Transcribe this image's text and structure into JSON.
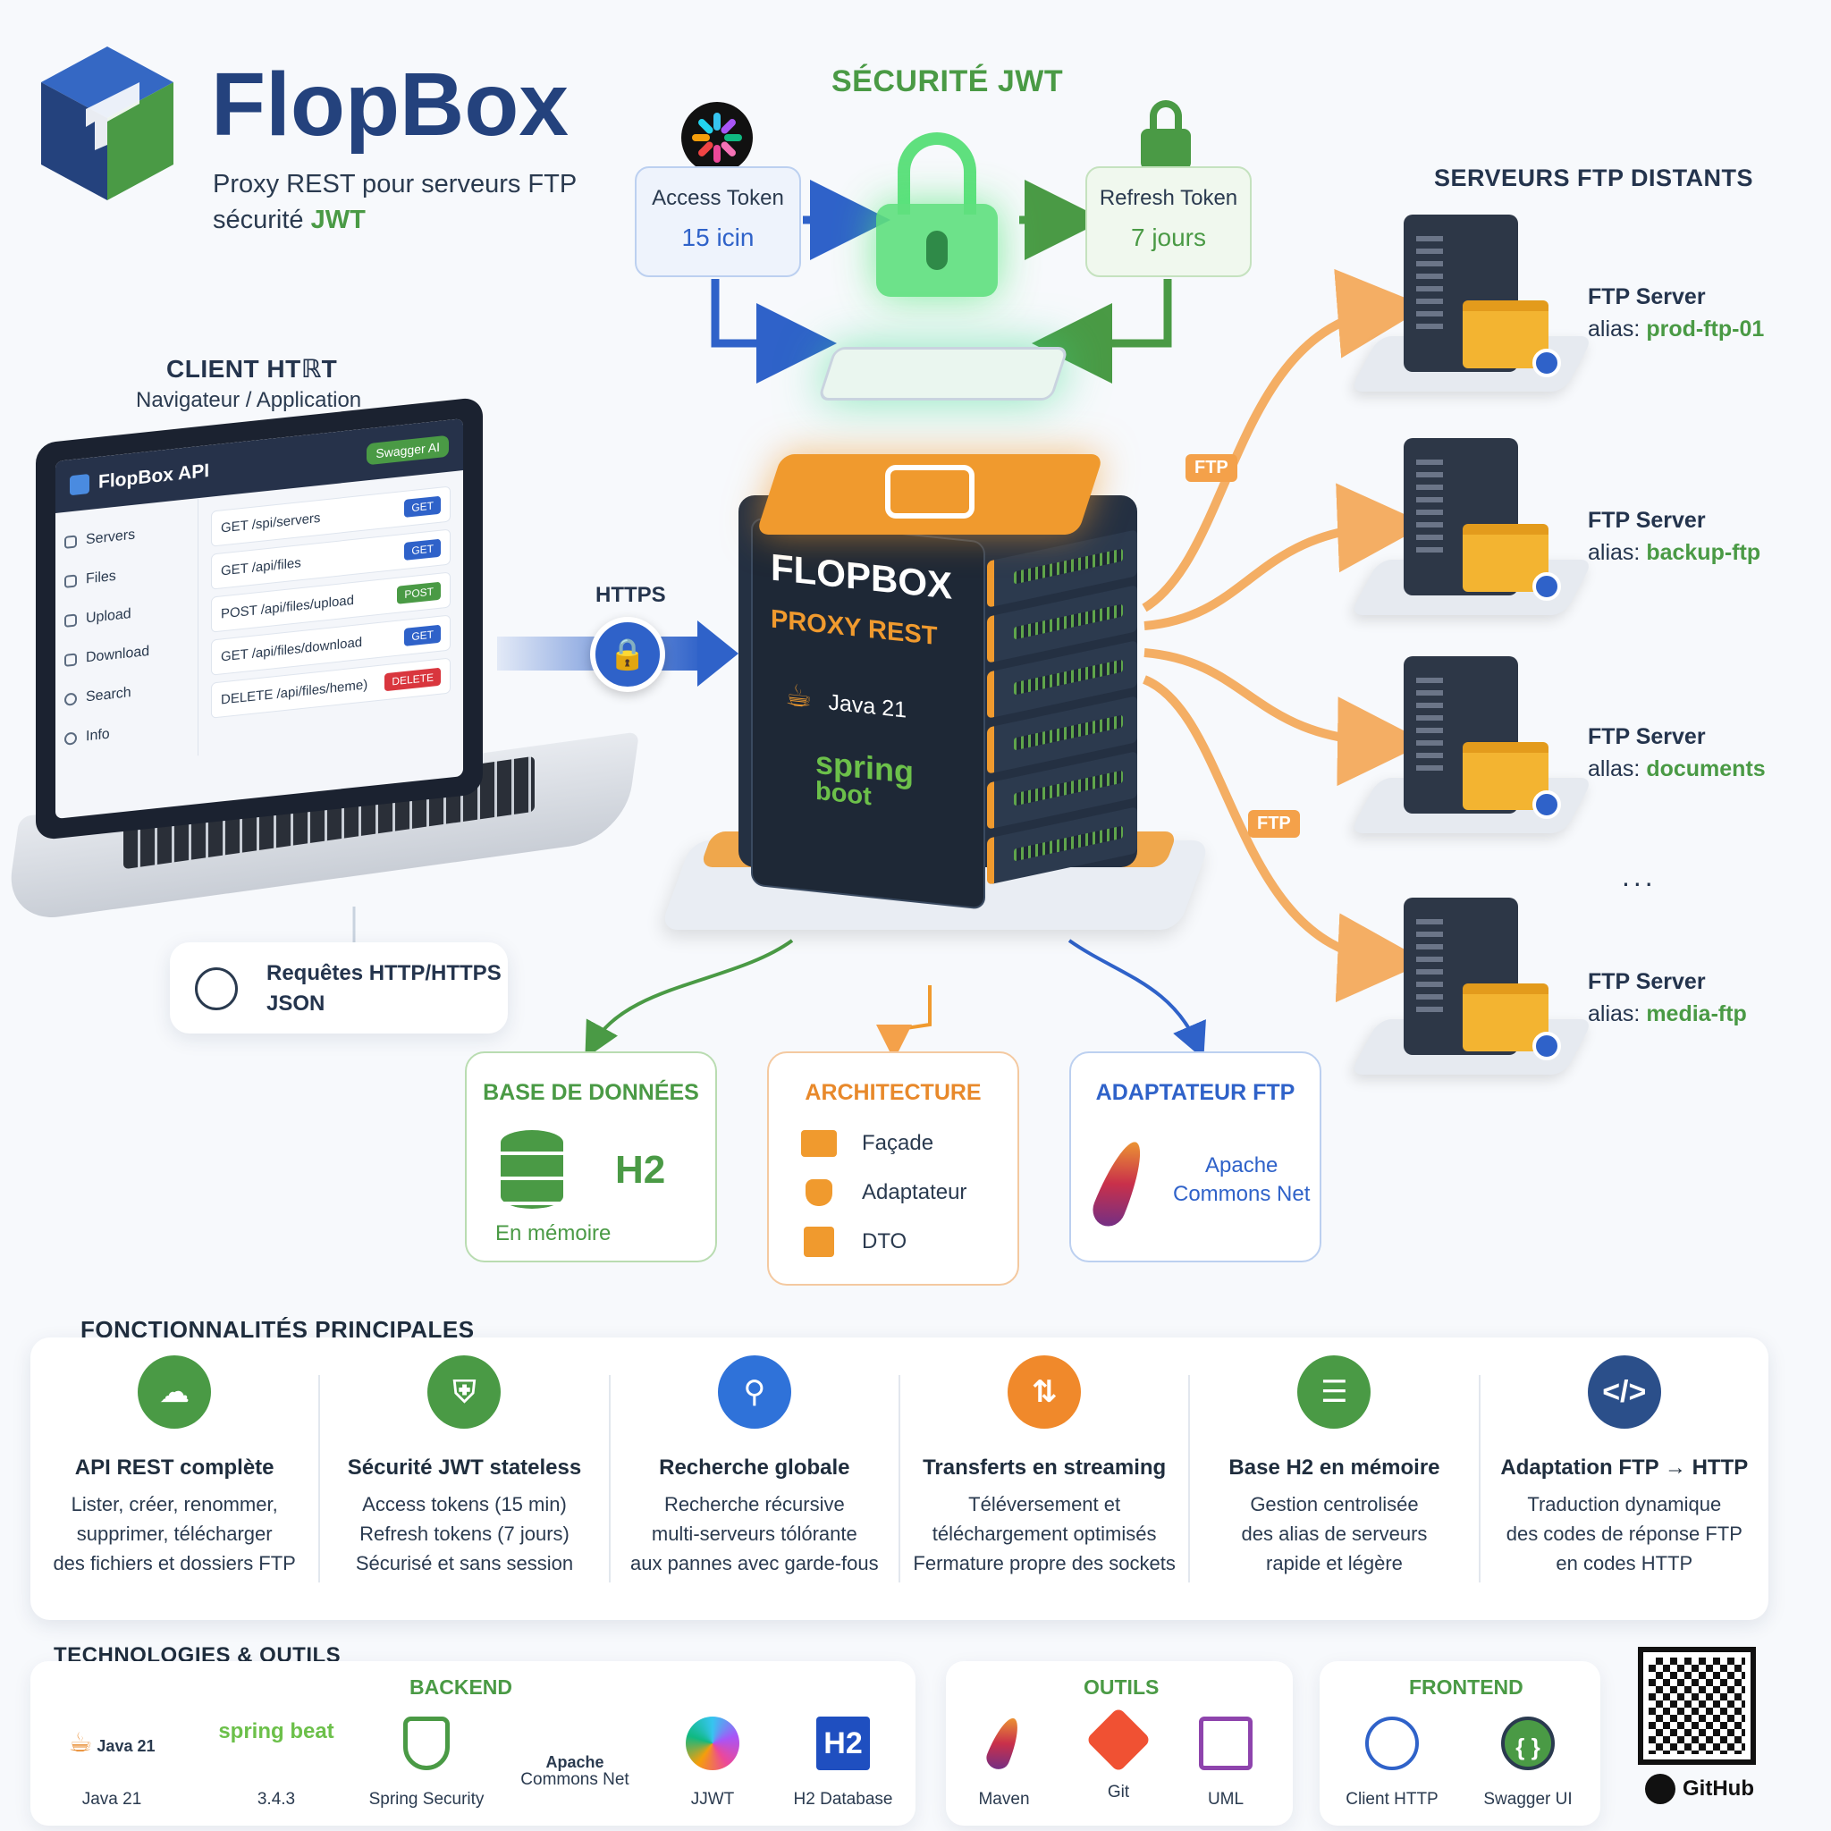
{
  "brand": {
    "name": "FlopBox",
    "subtitle_line1": "Proxy REST pour serveurs FTP",
    "subtitle_line2": "sécurité",
    "subtitle_jwt": "JWT"
  },
  "jwt": {
    "title": "SÉCURITÉ JWT",
    "access_label": "Access Token",
    "access_value": "15 icin",
    "refresh_label": "Refresh Token",
    "refresh_value": "7 jours"
  },
  "client": {
    "title": "CLIENT HTℝT",
    "subtitle": "Navigateur / Application",
    "api_title": "FlopBox API",
    "swagger_badge": "Swagger AI",
    "menu": [
      "Servers",
      "Files",
      "Upload",
      "Download",
      "Search",
      "Info"
    ],
    "endpoints": [
      {
        "path": "GET /spi/servers",
        "method": "GET"
      },
      {
        "path": "GET /api/files",
        "method": "GET"
      },
      {
        "path": "POST /api/files/upload",
        "method": "POST"
      },
      {
        "path": "GET /api/files/download",
        "method": "GET"
      },
      {
        "path": "DELETE /api/files/heme)",
        "method": "DELETE"
      }
    ],
    "requests_line1": "Requêtes HTTP/HTTPS",
    "requests_line2": "JSON"
  },
  "https_label": "HTTPS",
  "server": {
    "title": "FLOPBOX",
    "subtitle": "PROXY REST",
    "java": "Java 21",
    "spring": "spring",
    "spring_sub": "boot"
  },
  "ftp": {
    "title": "SERVEURS FTP DISTANTS",
    "tag": "FTP",
    "ellipsis": "...",
    "servers": [
      {
        "name": "FTP Server",
        "alias_prefix": "alias:",
        "alias": "prod-ftp-01"
      },
      {
        "name": "FTP Server",
        "alias_prefix": "alias:",
        "alias": "backup-ftp"
      },
      {
        "name": "FTP Server",
        "alias_prefix": "allas:",
        "alias": "documents"
      },
      {
        "name": "FTP Server",
        "alias_prefix": "alias:",
        "alias": "media-ftp"
      }
    ]
  },
  "components": {
    "db_title": "BASE DE DONNÉES",
    "db_name": "H2",
    "db_mode": "En mémoire",
    "arch_title": "ARCHITECTURE",
    "arch_items": [
      "Façade",
      "Adaptateur",
      "DTO"
    ],
    "adapter_title": "ADAPTATEUR FTP",
    "adapter_line1": "Apache",
    "adapter_line2": "Commons Net"
  },
  "features": {
    "title": "FONCTIONNALITÉS PRINCIPALES",
    "items": [
      {
        "name": "API REST complète",
        "l1": "Lister, créer, renommer,",
        "l2": "supprimer, télécharger",
        "l3": "des fichiers et dossiers FTP",
        "icon": "cloud-icon",
        "color": "#4a9a45"
      },
      {
        "name": "Sécurité JWT stateless",
        "l1": "Access tokens (15 min)",
        "l2": "Refresh tokens (7 jours)",
        "l3": "Sécurisé et sans session",
        "icon": "shield-icon",
        "color": "#4a9a45"
      },
      {
        "name": "Recherche globale",
        "l1": "Recherche récursive",
        "l2": "multi-serveurs tólórante",
        "l3": "aux pannes avec garde-fous",
        "icon": "search-icon",
        "color": "#2f72d9"
      },
      {
        "name": "Transferts en streaming",
        "l1": "Téléversement et",
        "l2": "téléchargement optimisés",
        "l3": "Fermature propre des sockets",
        "icon": "transfer-icon",
        "color": "#f0892b"
      },
      {
        "name": "Base H2 en mémoire",
        "l1": "Gestion centrolisée",
        "l2": "des alias de serveurs",
        "l3": "rapide et légère",
        "icon": "database-icon",
        "color": "#4a9a45"
      },
      {
        "name": "Adaptation FTP → HTTP",
        "l1": "Traduction dynamique",
        "l2": "des codes de réponse FTP",
        "l3": "en codes HTTP",
        "icon": "code-icon",
        "color": "#2b4f8a"
      }
    ]
  },
  "tech": {
    "title": "TECHNOLOGIES & OUTILS",
    "backend_title": "BACKEND",
    "tools_title": "OUTILS",
    "frontend_title": "FRONTEND",
    "backend": [
      {
        "label": "Java 21",
        "icon_text": "Java 21"
      },
      {
        "label": "3.4.3",
        "icon_text": "spring beat"
      },
      {
        "label": "Spring Security",
        "icon_text": ""
      },
      {
        "label": "Commons Net",
        "icon_text": "Apache"
      },
      {
        "label": "JJWT",
        "icon_text": ""
      },
      {
        "label": "H2 Database",
        "icon_text": "H2"
      }
    ],
    "tools": [
      {
        "label": "Maven"
      },
      {
        "label": "Git"
      },
      {
        "label": "UML"
      }
    ],
    "frontend": [
      {
        "label": "Client HTTP"
      },
      {
        "label": "Swagger UI",
        "icon_text": "{ }"
      }
    ],
    "github": "GitHub"
  }
}
